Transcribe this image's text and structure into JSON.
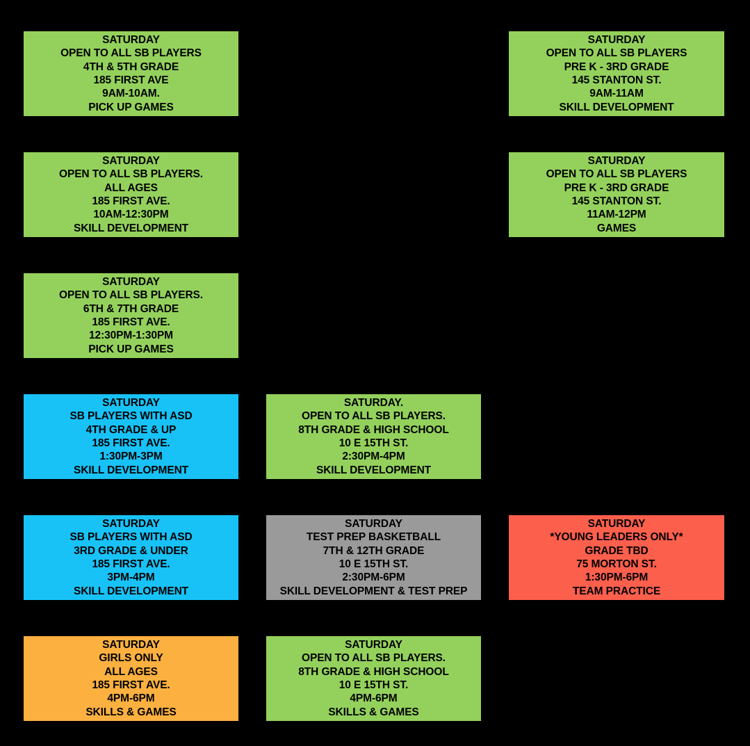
{
  "page": {
    "title": "Saturday Schedule Grid",
    "background_color": "#000000",
    "columns": 3,
    "rows": 6
  },
  "colors": {
    "green": "#93d15c",
    "blue": "#18c2f7",
    "gray": "#9a9a9a",
    "red": "#fc5f4c",
    "orange": "#fbb040",
    "text": "#000000",
    "background": "#000000"
  },
  "legend": {
    "green": "open to all SB players",
    "blue": "SB players with ASD",
    "gray": "test prep basketball",
    "red": "young leaders only",
    "orange": "girls only"
  },
  "cards": [
    {
      "id": "r1c1",
      "row": 1,
      "column": 1,
      "color": "green",
      "color_hex": "#93d15c",
      "day": "SATURDAY",
      "audience": "OPEN TO ALL SB PLAYERS",
      "grade": "4TH & 5TH GRADE",
      "location": "185 FIRST AVE",
      "time": "9AM-10AM.",
      "activity": "PICK UP GAMES"
    },
    {
      "id": "r1c2",
      "row": 1,
      "column": 2,
      "color": "none",
      "empty": true
    },
    {
      "id": "r1c3",
      "row": 1,
      "column": 3,
      "color": "green",
      "color_hex": "#93d15c",
      "day": "SATURDAY",
      "audience": "OPEN TO ALL SB PLAYERS",
      "grade": "PRE K - 3RD GRADE",
      "location": "145 STANTON ST.",
      "time": "9AM-11AM",
      "activity": "SKILL DEVELOPMENT"
    },
    {
      "id": "r2c1",
      "row": 2,
      "column": 1,
      "color": "green",
      "color_hex": "#93d15c",
      "day": "SATURDAY",
      "audience": "OPEN TO ALL SB PLAYERS.",
      "grade": "ALL AGES",
      "location": "185 FIRST AVE.",
      "time": "10AM-12:30PM",
      "activity": "SKILL DEVELOPMENT"
    },
    {
      "id": "r2c2",
      "row": 2,
      "column": 2,
      "color": "none",
      "empty": true
    },
    {
      "id": "r2c3",
      "row": 2,
      "column": 3,
      "color": "green",
      "color_hex": "#93d15c",
      "day": "SATURDAY",
      "audience": "OPEN TO ALL SB PLAYERS",
      "grade": "PRE K - 3RD GRADE",
      "location": "145 STANTON ST.",
      "time": "11AM-12PM",
      "activity": "GAMES"
    },
    {
      "id": "r3c1",
      "row": 3,
      "column": 1,
      "color": "green",
      "color_hex": "#93d15c",
      "day": "SATURDAY",
      "audience": "OPEN TO ALL SB PLAYERS.",
      "grade": "6TH & 7TH GRADE",
      "location": "185 FIRST AVE.",
      "time": "12:30PM-1:30PM",
      "activity": "PICK UP GAMES"
    },
    {
      "id": "r3c2",
      "row": 3,
      "column": 2,
      "color": "none",
      "empty": true
    },
    {
      "id": "r3c3",
      "row": 3,
      "column": 3,
      "color": "none",
      "empty": true
    },
    {
      "id": "r4c1",
      "row": 4,
      "column": 1,
      "color": "blue",
      "color_hex": "#18c2f7",
      "day": "SATURDAY",
      "audience": "SB PLAYERS WITH ASD",
      "grade": "4TH GRADE & UP",
      "location": "185 FIRST AVE.",
      "time": "1:30PM-3PM",
      "activity": "SKILL DEVELOPMENT"
    },
    {
      "id": "r4c2",
      "row": 4,
      "column": 2,
      "color": "green",
      "color_hex": "#93d15c",
      "day": "SATURDAY.",
      "audience": "OPEN TO ALL SB PLAYERS.",
      "grade": "8TH GRADE & HIGH SCHOOL",
      "location": "10 E 15TH ST.",
      "time": "2:30PM-4PM",
      "activity": "SKILL DEVELOPMENT"
    },
    {
      "id": "r4c3",
      "row": 4,
      "column": 3,
      "color": "none",
      "empty": true
    },
    {
      "id": "r5c1",
      "row": 5,
      "column": 1,
      "color": "blue",
      "color_hex": "#18c2f7",
      "day": "SATURDAY",
      "audience": "SB PLAYERS WITH ASD",
      "grade": "3RD GRADE & UNDER",
      "location": "185 FIRST AVE.",
      "time": "3PM-4PM",
      "activity": "SKILL DEVELOPMENT"
    },
    {
      "id": "r5c2",
      "row": 5,
      "column": 2,
      "color": "gray",
      "color_hex": "#9a9a9a",
      "day": "SATURDAY",
      "audience": "TEST PREP BASKETBALL",
      "grade": "7TH & 12TH GRADE",
      "location": "10 E 15TH ST.",
      "time": "2:30PM-6PM",
      "activity": "SKILL DEVELOPMENT & TEST PREP"
    },
    {
      "id": "r5c3",
      "row": 5,
      "column": 3,
      "color": "red",
      "color_hex": "#fc5f4c",
      "day": "SATURDAY",
      "audience": "*YOUNG LEADERS ONLY*",
      "grade": "GRADE TBD",
      "location": "75 MORTON ST.",
      "time": "1:30PM-6PM",
      "activity": "TEAM PRACTICE"
    },
    {
      "id": "r6c1",
      "row": 6,
      "column": 1,
      "color": "orange",
      "color_hex": "#fbb040",
      "day": "SATURDAY",
      "audience": "GIRLS ONLY",
      "grade": "ALL AGES",
      "location": "185 FIRST AVE.",
      "time": "4PM-6PM",
      "activity": "SKILLS & GAMES"
    },
    {
      "id": "r6c2",
      "row": 6,
      "column": 2,
      "color": "green",
      "color_hex": "#93d15c",
      "day": "SATURDAY",
      "audience": "OPEN TO ALL SB PLAYERS.",
      "grade": "8TH GRADE & HIGH SCHOOL",
      "location": "10 E 15TH ST.",
      "time": "4PM-6PM",
      "activity": "SKILLS & GAMES"
    },
    {
      "id": "r6c3",
      "row": 6,
      "column": 3,
      "color": "none",
      "empty": true
    }
  ]
}
